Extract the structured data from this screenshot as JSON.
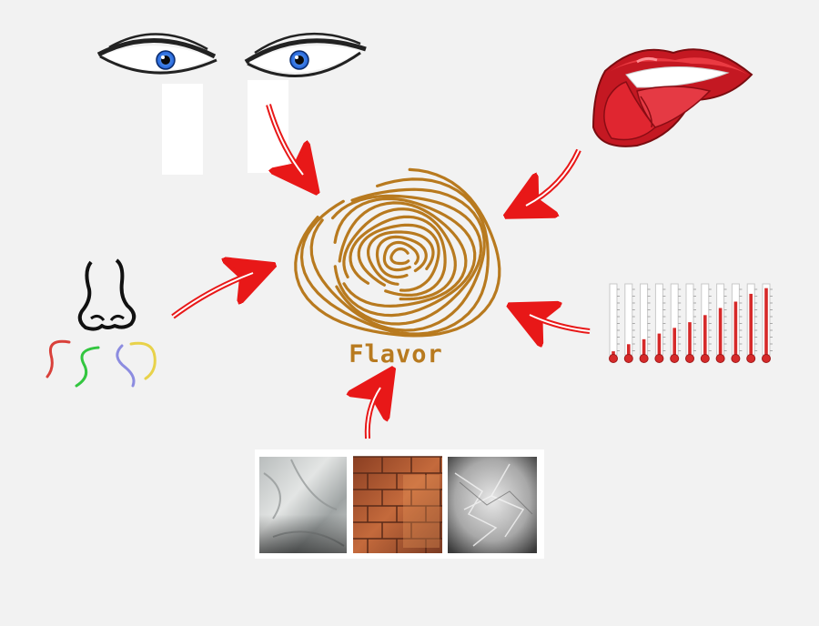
{
  "center": {
    "label": "Flavor"
  },
  "colors": {
    "background": "#f2f2f2",
    "flavor": "#b87a1f",
    "arrow": "#e81818",
    "lips": "#d41f2a",
    "thermo_fill": "#d62a2a"
  },
  "senses": [
    {
      "name": "sight",
      "icon": "eyes-icon"
    },
    {
      "name": "taste",
      "icon": "mouth-tongue-icon"
    },
    {
      "name": "smell",
      "icon": "nose-icon"
    },
    {
      "name": "temperature",
      "icon": "thermometer-icon"
    },
    {
      "name": "texture",
      "icon": "texture-swatches"
    }
  ],
  "thermometer_levels": [
    0.05,
    0.15,
    0.22,
    0.3,
    0.38,
    0.46,
    0.56,
    0.66,
    0.75,
    0.86,
    0.94
  ],
  "scent_wave_colors": [
    "#d9403a",
    "#33c640",
    "#8c8ce0",
    "#e8d24a"
  ],
  "textures": [
    {
      "name": "marble",
      "icon": "marble-texture"
    },
    {
      "name": "brick",
      "icon": "brick-texture"
    },
    {
      "name": "crumpled-paper",
      "icon": "paper-texture"
    }
  ]
}
